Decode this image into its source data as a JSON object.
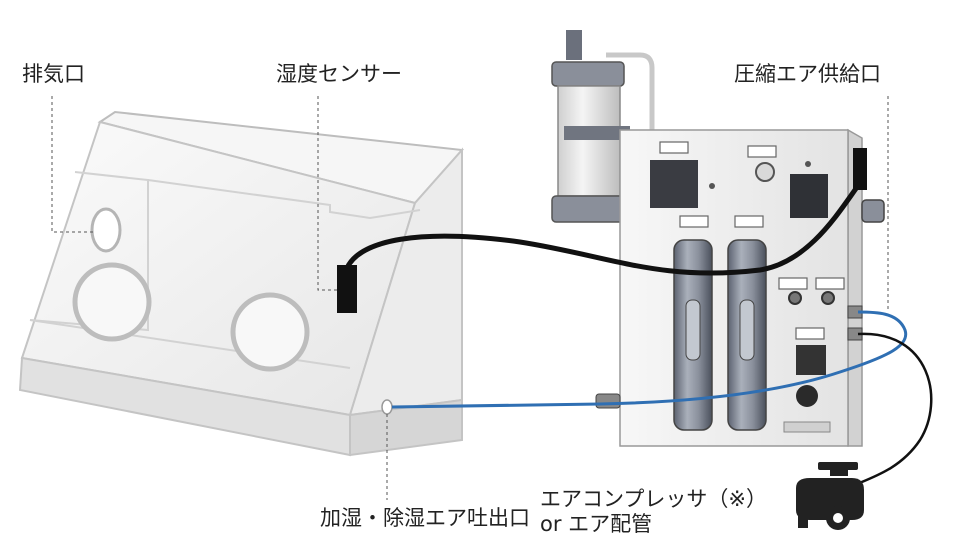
{
  "labels": {
    "exhaust": "排気口",
    "humidity_sensor": "湿度センサー",
    "compressed_air_supply": "圧縮エア供給口",
    "humid_dehumid_outlet": "加湿・除湿エア吐出口",
    "compressor_line1": "エアコンプレッサ（※）",
    "compressor_line2": "or エア配管"
  },
  "panel_tag_count": 6,
  "colors": {
    "blue_tube": "#2f6fb3",
    "black_cable": "#111111",
    "glovebox_edge": "#bdbdbd",
    "panel_fill": "#f3f3f3",
    "leader_line": "#555555"
  },
  "icons": [
    "air-compressor-icon"
  ]
}
